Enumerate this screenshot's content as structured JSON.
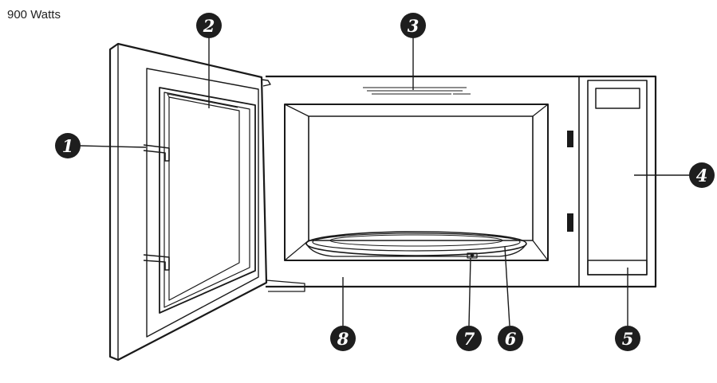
{
  "header": {
    "wattage_label": "900 Watts"
  },
  "colors": {
    "line": "#1a1a1a",
    "badge": "#1e1e1e",
    "badge_text": "#ffffff",
    "background": "#ffffff"
  },
  "callouts": [
    {
      "number": "1",
      "icon": "circled-number-badge"
    },
    {
      "number": "2",
      "icon": "circled-number-badge"
    },
    {
      "number": "3",
      "icon": "circled-number-badge"
    },
    {
      "number": "4",
      "icon": "circled-number-badge"
    },
    {
      "number": "5",
      "icon": "circled-number-badge"
    },
    {
      "number": "6",
      "icon": "circled-number-badge"
    },
    {
      "number": "7",
      "icon": "circled-number-badge"
    },
    {
      "number": "8",
      "icon": "circled-number-badge"
    }
  ]
}
